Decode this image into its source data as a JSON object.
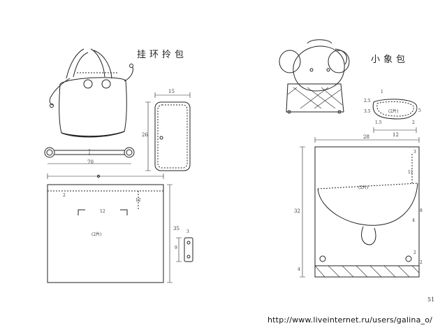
{
  "left": {
    "title": "挂环拎包",
    "case_width": "15",
    "case_height": "26",
    "handle_length": "70",
    "panel_seam_allowance": "2",
    "panel_offset": "12",
    "panel_gap": "12",
    "panel_count": "(2片)",
    "panel_height": "35",
    "tab_width": "3",
    "tab_height": "9"
  },
  "right": {
    "title": "小象包",
    "oval_top": "1",
    "oval_left_a": "2.5",
    "oval_left_b": "3.5",
    "oval_count": "(2片)",
    "oval_right": "5",
    "oval_bottom_left": "1.5",
    "oval_bottom_right": "2",
    "oval_width": "12",
    "panel_width": "28",
    "panel_top_right": "3",
    "panel_side": "11",
    "panel_count": "(2片)",
    "panel_height": "32",
    "panel_curve": "8",
    "panel_curve_b": "4",
    "panel_eyelet_a": "2",
    "panel_eyelet_b": "2",
    "panel_bottom": "4"
  },
  "page_number": "51",
  "watermark": "http://www.liveinternet.ru/users/galina_o/"
}
